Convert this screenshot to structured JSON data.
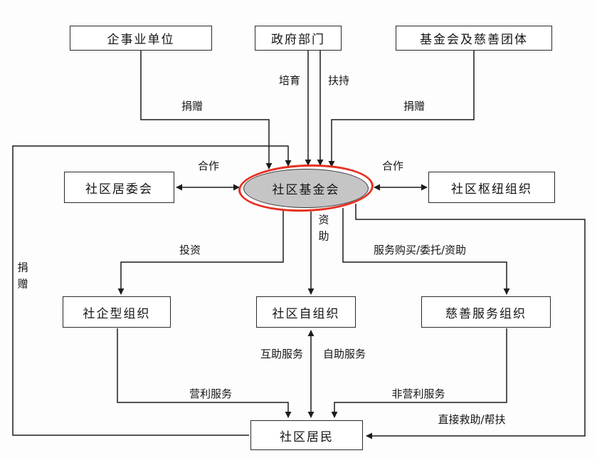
{
  "nodes": {
    "enterprise": {
      "label": "企事业单位"
    },
    "government": {
      "label": "政府部门"
    },
    "charity_foundations": {
      "label": "基金会及慈善团体"
    },
    "neighborhood_committee": {
      "label": "社区居委会"
    },
    "community_foundation": {
      "label": "社区基金会"
    },
    "hub_org": {
      "label": "社区枢纽组织"
    },
    "social_enterprise_org": {
      "label": "社企型组织"
    },
    "self_org": {
      "label": "社区自组织"
    },
    "charity_service_org": {
      "label": "慈善服务组织"
    },
    "residents": {
      "label": "社区居民"
    }
  },
  "edges": {
    "donate_enterprise": "捐赠",
    "cultivate": "培育",
    "support": "扶持",
    "donate_foundations": "捐赠",
    "cooperate_left": "合作",
    "cooperate_right": "合作",
    "invest": "投资",
    "fund": "资助",
    "service_purchase": "服务购买/委托/资助",
    "donate_residents": "捐赠",
    "mutual_aid_service": "互助服务",
    "self_help_service": "自助服务",
    "profit_service": "营利服务",
    "nonprofit_service": "非营利服务",
    "direct_aid": "直接救助/帮扶"
  },
  "colors": {
    "line": "#1c1c1c",
    "highlight_ring": "#e63022",
    "center_fill": "#c5c5c5",
    "background": "#fdfdfd"
  }
}
